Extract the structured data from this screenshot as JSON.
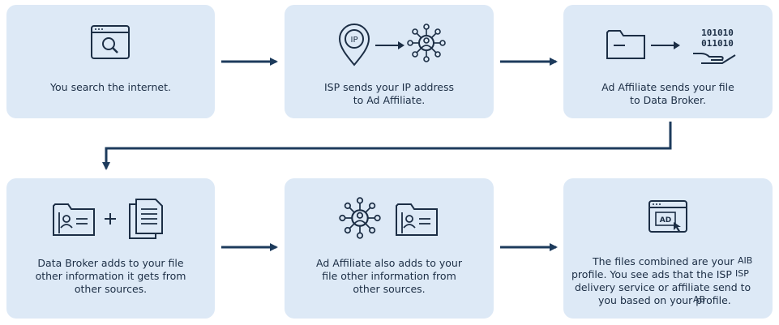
{
  "steps": [
    {
      "caption": "You search the internet."
    },
    {
      "caption": "ISP sends your IP address\nto Ad Affiliate."
    },
    {
      "caption": "Ad Affiliate sends your file\nto Data Broker."
    },
    {
      "caption": "Data Broker adds to your file\nother information it gets from\nother sources."
    },
    {
      "caption": "Ad Affiliate also adds to your\nfile other information from\nother sources."
    },
    {
      "caption_lines": [
        "The files combined are your",
        "profile. You see ads that the ISP",
        "delivery service or affiliate send to",
        "you based on your profile."
      ]
    }
  ],
  "icon_text": {
    "ip": "IP",
    "binary_top": "101010",
    "binary_bottom": "011010",
    "ad": "AD",
    "overlay_1": "AIB",
    "overlay_2": "ISP",
    "overlay_3": "AB"
  },
  "colors": {
    "box": "#dde9f6",
    "ink": "#1c2e45",
    "arrow": "#1d3b5c"
  }
}
